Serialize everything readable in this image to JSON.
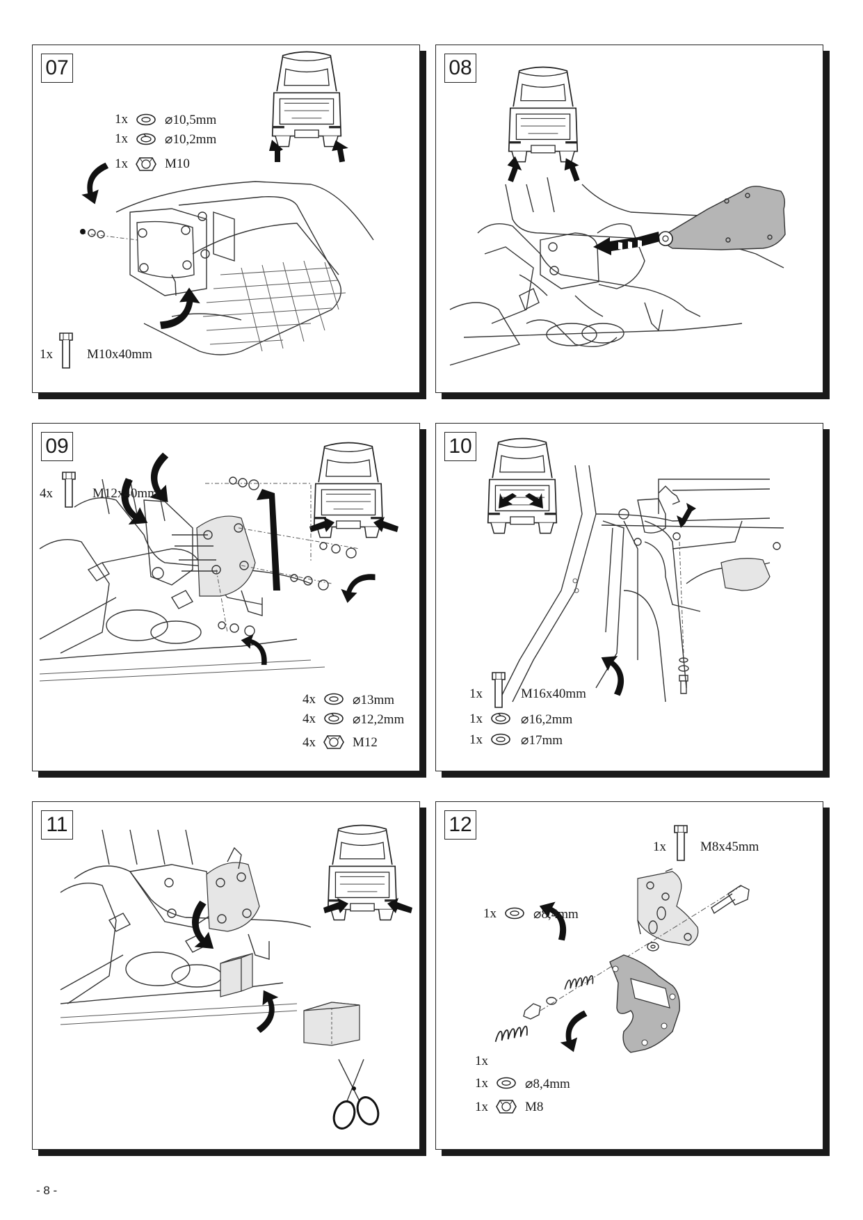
{
  "page_number": "- 8 -",
  "steps": [
    {
      "number": "07",
      "parts": [
        {
          "qty": "1x",
          "icon": "washer-icon",
          "spec": "⌀10,5mm"
        },
        {
          "qty": "1x",
          "icon": "spring-washer-icon",
          "spec": "⌀10,2mm"
        },
        {
          "qty": "1x",
          "icon": "nut-icon",
          "spec": "M10"
        },
        {
          "qty": "1x",
          "icon": "bolt-icon",
          "spec": "M10x40mm"
        }
      ]
    },
    {
      "number": "08",
      "parts": []
    },
    {
      "number": "09",
      "parts": [
        {
          "qty": "4x",
          "icon": "bolt-icon",
          "spec": "M12x40mm"
        },
        {
          "qty": "4x",
          "icon": "washer-icon",
          "spec": "⌀13mm"
        },
        {
          "qty": "4x",
          "icon": "spring-washer-icon",
          "spec": "⌀12,2mm"
        },
        {
          "qty": "4x",
          "icon": "nut-icon",
          "spec": "M12"
        }
      ]
    },
    {
      "number": "10",
      "parts": [
        {
          "qty": "1x",
          "icon": "bolt-icon",
          "spec": "M16x40mm"
        },
        {
          "qty": "1x",
          "icon": "spring-washer-icon",
          "spec": "⌀16,2mm"
        },
        {
          "qty": "1x",
          "icon": "washer-icon",
          "spec": "⌀17mm"
        }
      ]
    },
    {
      "number": "11",
      "parts": []
    },
    {
      "number": "12",
      "parts": [
        {
          "qty": "1x",
          "icon": "bolt-icon",
          "spec": "M8x45mm"
        },
        {
          "qty": "1x",
          "icon": "washer-icon",
          "spec": "⌀8,4mm"
        },
        {
          "qty": "1x",
          "icon": "spring-icon",
          "spec": ""
        },
        {
          "qty": "1x",
          "icon": "washer-icon",
          "spec": "⌀8,4mm"
        },
        {
          "qty": "1x",
          "icon": "nut-icon",
          "spec": "M8"
        }
      ]
    }
  ]
}
